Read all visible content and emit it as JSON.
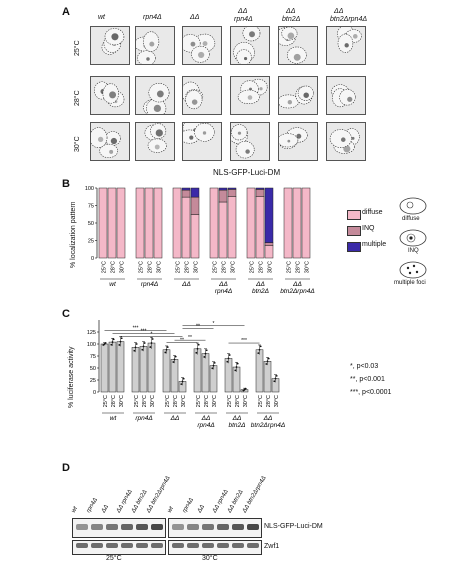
{
  "panels": {
    "a": {
      "letter": "A",
      "columns": [
        "wt",
        "rpn4Δ",
        "ΔΔ",
        "ΔΔ",
        "ΔΔ",
        "ΔΔ"
      ],
      "columns_sub": [
        "",
        "",
        "",
        "rpn4Δ",
        "btn2Δ",
        "btn2Δrpn4Δ"
      ],
      "rows": [
        "25°C",
        "28°C",
        "30°C"
      ],
      "caption": "NLS-GFP-Luci-DM"
    },
    "b": {
      "letter": "B",
      "ylabel": "% localization pattern",
      "legend": [
        "diffuse",
        "INQ",
        "multiple"
      ],
      "icon_labels": [
        "diffuse",
        "INQ",
        "multiple foci"
      ]
    },
    "c": {
      "letter": "C",
      "ylabel": "% luciferase activity",
      "sig_notes": [
        "*, p<0.03",
        "**, p<0.001",
        "***, p<0.0001"
      ],
      "brackets": [
        "***",
        "***",
        "*",
        "*",
        "**",
        "**",
        "**",
        "***"
      ]
    },
    "d": {
      "letter": "D",
      "lanes": [
        "wt",
        "rpn4Δ",
        "ΔΔ",
        "ΔΔ rpn4Δ",
        "ΔΔ btn2Δ",
        "ΔΔ btn2Δrpn4Δ"
      ],
      "band_labels": [
        "NLS-GFP-Luci-DM",
        "Zwf1"
      ],
      "temps": [
        "25°C",
        "30°C"
      ]
    }
  },
  "group_labels": [
    "wt",
    "rpn4Δ",
    "ΔΔ",
    "ΔΔ",
    "ΔΔ",
    "ΔΔ"
  ],
  "group_sub": [
    "",
    "",
    "",
    "rpn4Δ",
    "btn2Δ",
    "btn2Δrpn4Δ"
  ],
  "temps": [
    "25°C",
    "28°C",
    "30°C"
  ],
  "colors": {
    "diffuse": "#f4b8c8",
    "inq": "#c48a9a",
    "multiple": "#3a2aa8",
    "bar": "#cfcfcf"
  },
  "chart_data": [
    {
      "type": "bar",
      "title": "",
      "ylabel": "% localization pattern",
      "ylim": [
        0,
        100
      ],
      "yticks": [
        0,
        25,
        50,
        75,
        100
      ],
      "categories": [
        "wt 25°C",
        "wt 28°C",
        "wt 30°C",
        "rpn4Δ 25°C",
        "rpn4Δ 28°C",
        "rpn4Δ 30°C",
        "ΔΔ 25°C",
        "ΔΔ 28°C",
        "ΔΔ 30°C",
        "ΔΔ rpn4Δ 25°C",
        "ΔΔ rpn4Δ 28°C",
        "ΔΔ rpn4Δ 30°C",
        "ΔΔ btn2Δ 25°C",
        "ΔΔ btn2Δ 28°C",
        "ΔΔ btn2Δ 30°C",
        "ΔΔ btn2Δrpn4Δ 25°C",
        "ΔΔ btn2Δrpn4Δ 28°C",
        "ΔΔ btn2Δrpn4Δ 30°C"
      ],
      "series": [
        {
          "name": "diffuse",
          "values": [
            100,
            100,
            100,
            100,
            100,
            100,
            100,
            87,
            62,
            100,
            80,
            88,
            100,
            88,
            18,
            100,
            100,
            100
          ]
        },
        {
          "name": "INQ",
          "values": [
            0,
            0,
            0,
            0,
            0,
            0,
            0,
            10,
            25,
            0,
            17,
            10,
            0,
            10,
            4,
            0,
            0,
            0
          ]
        },
        {
          "name": "multiple",
          "values": [
            0,
            0,
            0,
            0,
            0,
            0,
            0,
            3,
            13,
            0,
            3,
            2,
            0,
            2,
            78,
            0,
            0,
            0
          ]
        }
      ]
    },
    {
      "type": "bar",
      "title": "",
      "ylabel": "% luciferase activity",
      "ylim": [
        0,
        150
      ],
      "yticks": [
        0,
        25,
        50,
        75,
        100,
        125
      ],
      "categories": [
        "wt 25°C",
        "wt 28°C",
        "wt 30°C",
        "rpn4Δ 25°C",
        "rpn4Δ 28°C",
        "rpn4Δ 30°C",
        "ΔΔ 25°C",
        "ΔΔ 28°C",
        "ΔΔ 30°C",
        "ΔΔ rpn4Δ 25°C",
        "ΔΔ rpn4Δ 28°C",
        "ΔΔ rpn4Δ 30°C",
        "ΔΔ btn2Δ 25°C",
        "ΔΔ btn2Δ 28°C",
        "ΔΔ btn2Δ 30°C",
        "ΔΔ btn2Δrpn4Δ 25°C",
        "ΔΔ btn2Δrpn4Δ 28°C",
        "ΔΔ btn2Δrpn4Δ 30°C"
      ],
      "values": [
        100,
        104,
        105,
        93,
        95,
        102,
        88,
        68,
        22,
        90,
        80,
        55,
        70,
        52,
        5,
        88,
        64,
        28
      ],
      "errors": [
        3,
        8,
        10,
        10,
        10,
        12,
        8,
        8,
        8,
        12,
        10,
        8,
        10,
        10,
        3,
        10,
        8,
        8
      ]
    }
  ]
}
